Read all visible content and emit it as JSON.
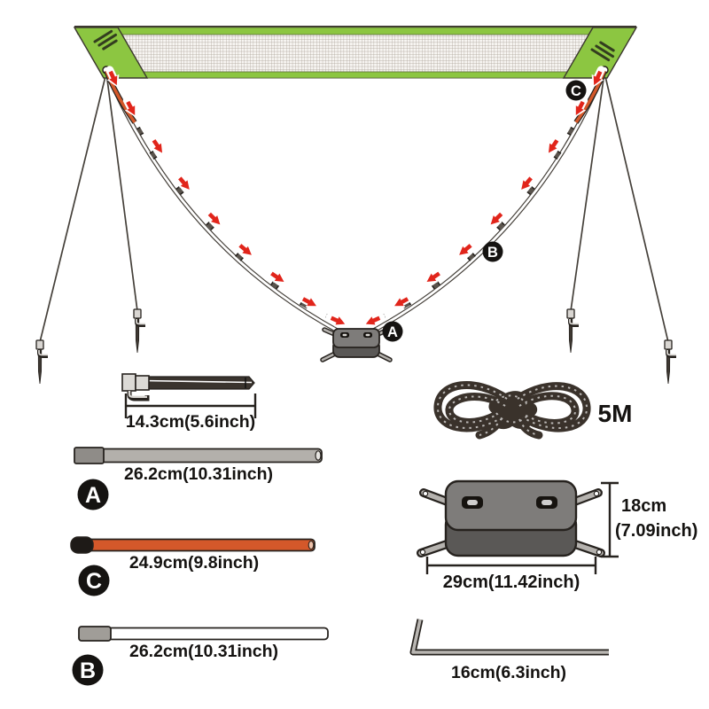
{
  "callouts": {
    "a": "A",
    "b": "B",
    "c": "C"
  },
  "parts": {
    "stake": {
      "dimension": "14.3cm(5.6inch)"
    },
    "pole_a": {
      "dimension": "26.2cm(10.31inch)"
    },
    "pole_c": {
      "dimension": "24.9cm(9.8inch)"
    },
    "pole_b": {
      "dimension": "26.2cm(10.31inch)"
    },
    "rope": {
      "length_label": "5M"
    },
    "base": {
      "width": "29cm(11.42inch)",
      "height_line1": "18cm",
      "height_line2": "(7.09inch)"
    },
    "hex_key": {
      "dimension": "16cm(6.3inch)"
    }
  },
  "colors": {
    "net_green": "#8cc641",
    "pole_orange": "#d4582a",
    "arrow_red": "#e1251b",
    "outline_dark": "#26221e"
  }
}
